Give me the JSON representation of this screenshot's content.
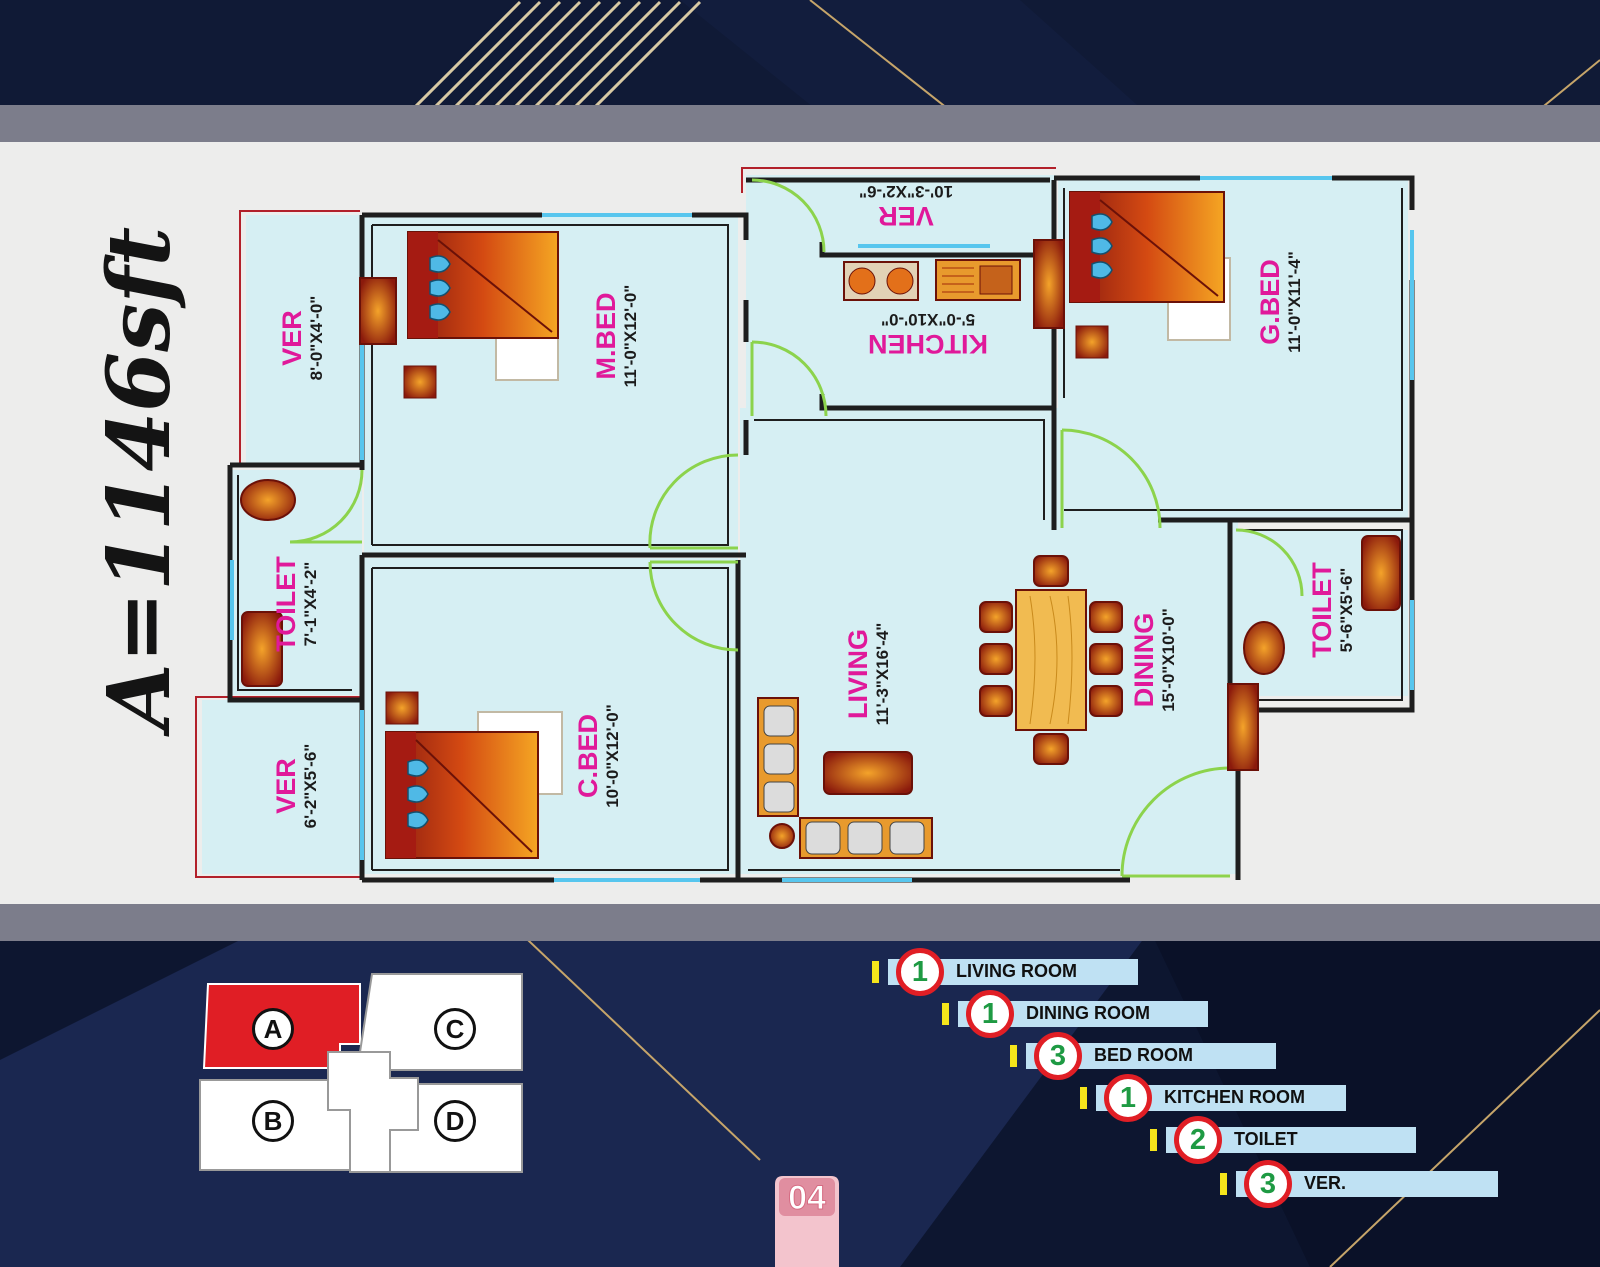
{
  "title": "A=1146sft",
  "page_number": "04",
  "rooms": [
    {
      "id": "ver-top-left",
      "name": "VER",
      "dims": "8'-0\"X4'-0\""
    },
    {
      "id": "m-bed",
      "name": "M.BED",
      "dims": "11'-0\"X12'-0\""
    },
    {
      "id": "ver-kitchen",
      "name": "VER",
      "dims": "10'-3\"X2'-6\""
    },
    {
      "id": "kitchen",
      "name": "KITCHEN",
      "dims": "5'-0\"X10'-0\""
    },
    {
      "id": "g-bed",
      "name": "G.BED",
      "dims": "11'-0\"X11'-4\""
    },
    {
      "id": "toilet-left",
      "name": "TOILET",
      "dims": "7'-1\"X4'-2\""
    },
    {
      "id": "toilet-right",
      "name": "TOILET",
      "dims": "5'-6\"X5'-6\""
    },
    {
      "id": "living",
      "name": "LIVING",
      "dims": "11'-3\"X16'-4\""
    },
    {
      "id": "dining",
      "name": "DINING",
      "dims": "15'-0\"X10'-0\""
    },
    {
      "id": "c-bed",
      "name": "C.BED",
      "dims": "10'-0\"X12'-0\""
    },
    {
      "id": "ver-bottom-left",
      "name": "VER",
      "dims": "6'-2\"X5'-6\""
    }
  ],
  "key_plan": {
    "units": [
      "A",
      "B",
      "C",
      "D"
    ],
    "highlighted": "A",
    "highlight_color": "#e01e25"
  },
  "legend": [
    {
      "count": "1",
      "label": "LIVING ROOM"
    },
    {
      "count": "1",
      "label": "DINING ROOM"
    },
    {
      "count": "3",
      "label": "BED ROOM"
    },
    {
      "count": "1",
      "label": "KITCHEN ROOM"
    },
    {
      "count": "2",
      "label": "TOILET"
    },
    {
      "count": "3",
      "label": "VER."
    }
  ],
  "colors": {
    "background": "#0d1630",
    "band": "#7c7d8b",
    "floor": "#d6eff3",
    "wall": "#1e1e1e",
    "window": "#57c6ee",
    "door_swing": "#8cd34c",
    "room_label": "#e0199a",
    "legend_bar": "#bfe1f3",
    "legend_circle_border": "#e01e25",
    "legend_number": "#1e9a43"
  }
}
